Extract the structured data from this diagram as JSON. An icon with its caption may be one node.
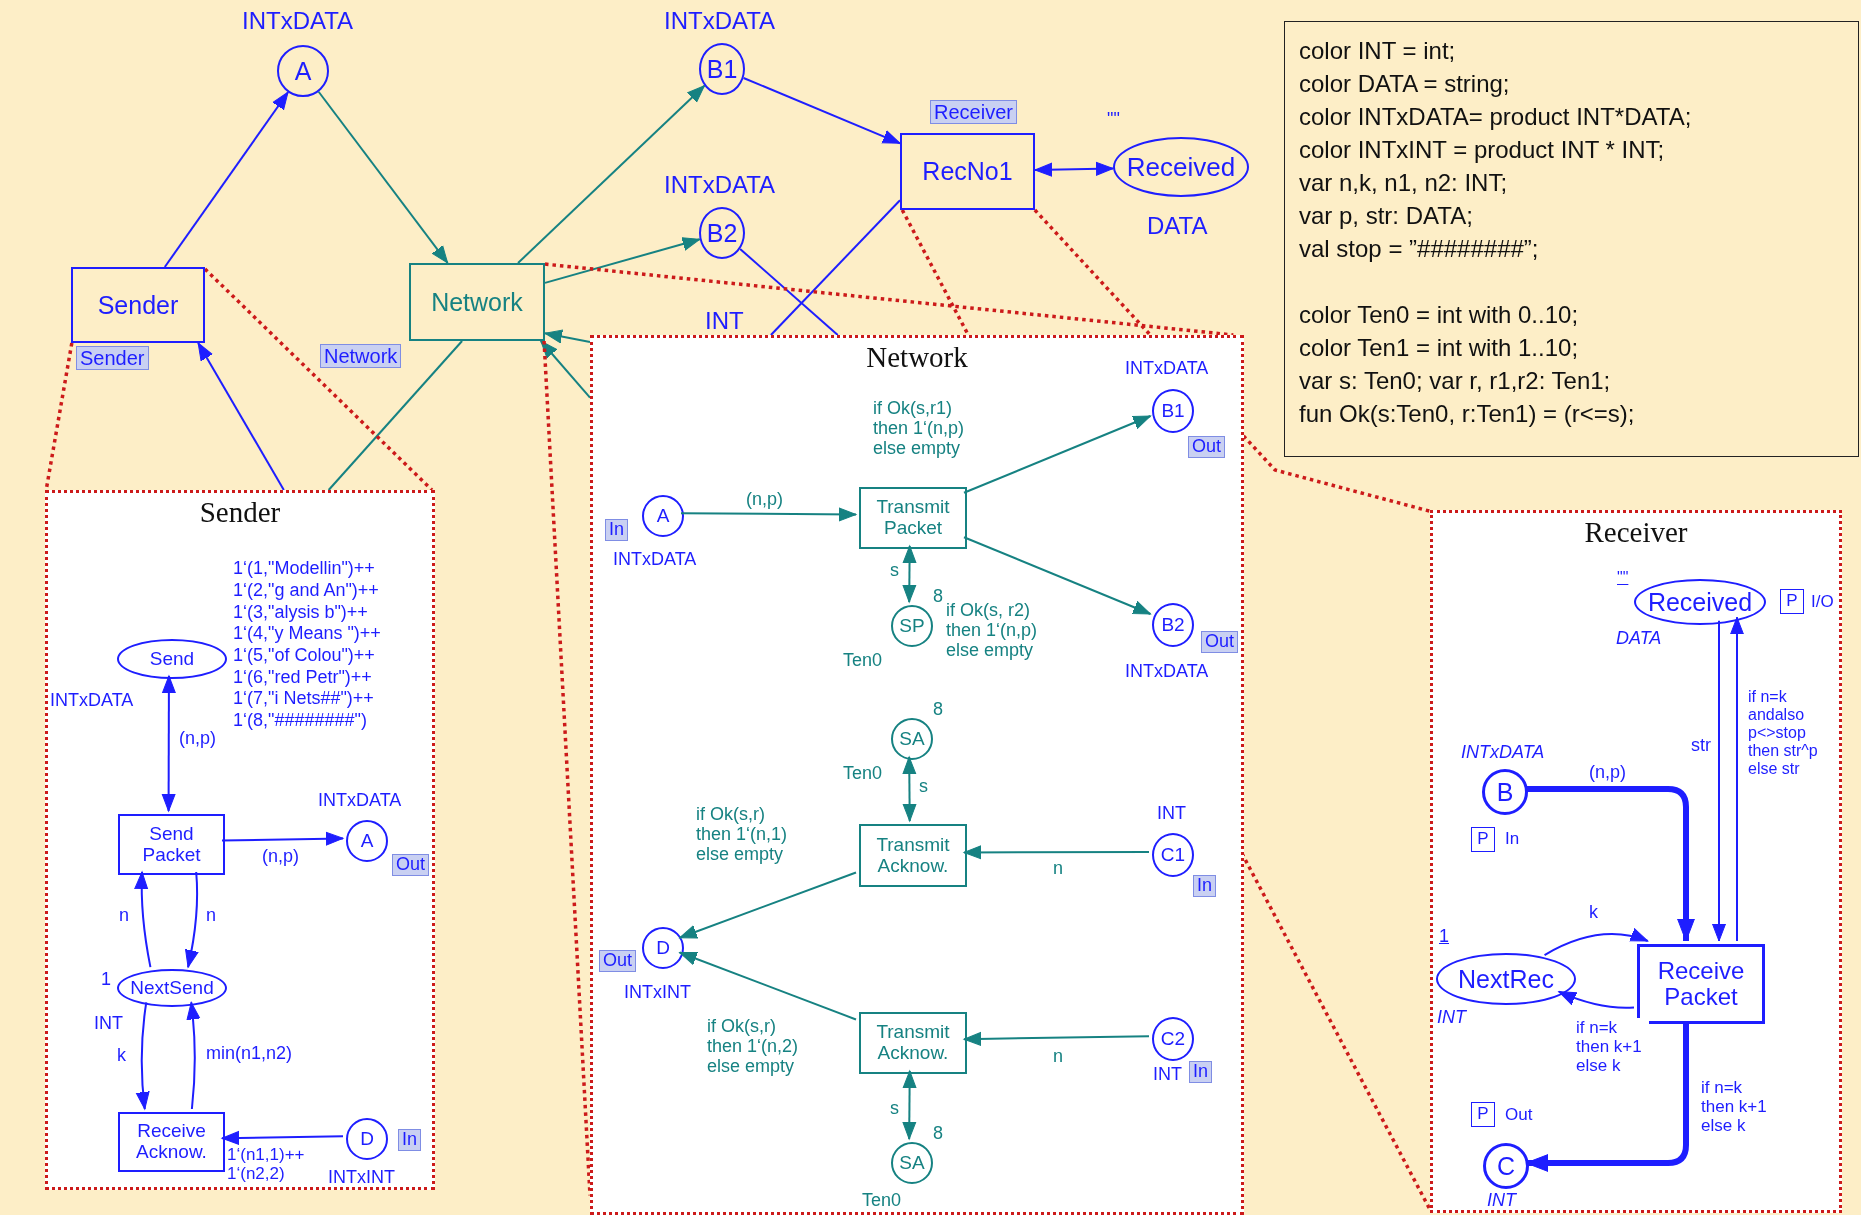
{
  "diagram": {
    "nodes": [
      {
        "text": [
          "Sender"
        ],
        "beside": [
          "Sender"
        ]
      },
      {
        "text": [
          "A"
        ],
        "beside": [
          "INTxDATA"
        ]
      },
      {
        "text": [
          "Network"
        ],
        "beside": [
          "Network"
        ]
      },
      {
        "text": [
          "B1"
        ],
        "beside": [
          "INTxDATA"
        ]
      },
      {
        "text": [
          "B2"
        ],
        "beside": [
          "INTxDATA"
        ]
      },
      {
        "text": [
          "RecNo1"
        ],
        "beside": [
          "Receiver"
        ]
      },
      {
        "text": [
          "Received"
        ],
        "beside": [
          "\"\"",
          "DATA"
        ]
      },
      {
        "text": [
          "color INT = int;",
          "color DATA = string;",
          "color INTxDATA= product INT*DATA;",
          "color INTxINT = product INT * INT;",
          "var n,k, n1, n2: INT;",
          "var p, str: DATA;",
          "val stop = ”########”;",
          "color Ten0 = int with 0..10;",
          "color Ten1 = int with 1..10;",
          "var s: Ten0; var r, r1,r2: Ten1;",
          "fun Ok(s:Ten0, r:Ten1) = (r<=s);"
        ]
      },
      {
        "text": [
          "Sender"
        ]
      },
      {
        "text": [
          "Send"
        ],
        "in": 8,
        "beside": [
          "INTxDATA",
          "1‘(1,\"Modellin\")++",
          "1‘(2,\"g and An\")++",
          "1‘(3,\"alysis b\")++",
          "1‘(4,\"y Means \")++",
          "1‘(5,\"of Colou\")++",
          "1‘(6,\"red Petr\")++",
          "1‘(7,\"i Nets##\")++",
          "1‘(8,\"########\")"
        ]
      },
      {
        "text": [
          "Send Packet"
        ],
        "in": 8
      },
      {
        "text": [
          "A"
        ],
        "in": 8,
        "beside": [
          "INTxDATA",
          "Out"
        ]
      },
      {
        "text": [
          "NextSend"
        ],
        "in": 8,
        "beside": [
          "1",
          "INT"
        ]
      },
      {
        "text": [
          "Receive Acknow."
        ],
        "in": 8
      },
      {
        "text": [
          "D"
        ],
        "in": 8,
        "beside": [
          "INTxINT",
          "In"
        ]
      },
      {
        "text": [
          "Network"
        ]
      },
      {
        "text": [
          "A"
        ],
        "in": 15,
        "beside": [
          "In",
          "INTxDATA"
        ]
      },
      {
        "text": [
          "Transmit Packet"
        ],
        "in": 15
      },
      {
        "text": [
          "B1"
        ],
        "in": 15,
        "beside": [
          "INTxDATA",
          "Out"
        ]
      },
      {
        "text": [
          "SP"
        ],
        "in": 15,
        "beside": [
          "8",
          "Ten0"
        ]
      },
      {
        "text": [
          "B2"
        ],
        "in": 15,
        "beside": [
          "Out",
          "INTxDATA"
        ]
      },
      {
        "text": [
          "SA"
        ],
        "in": 15,
        "beside": [
          "8",
          "Ten0"
        ]
      },
      {
        "text": [
          "Transmit Acknow."
        ],
        "in": 15
      },
      {
        "text": [
          "C1"
        ],
        "in": 15,
        "beside": [
          "INT",
          "In"
        ]
      },
      {
        "text": [
          "D"
        ],
        "in": 15,
        "beside": [
          "Out",
          "INTxINT"
        ]
      },
      {
        "text": [
          "Transmit Acknow."
        ],
        "in": 15
      },
      {
        "text": [
          "C2"
        ],
        "in": 15,
        "beside": [
          "INT",
          "In"
        ]
      },
      {
        "text": [
          "SA"
        ],
        "in": 15,
        "beside": [
          "8",
          "Ten0"
        ]
      },
      {
        "text": [
          "Receiver"
        ]
      },
      {
        "text": [
          "Received"
        ],
        "in": 28,
        "beside": [
          "\"\"",
          "DATA",
          "P",
          "I/O"
        ]
      },
      {
        "text": [
          "B"
        ],
        "in": 28,
        "beside": [
          "INTxDATA",
          "P",
          "In"
        ]
      },
      {
        "text": [
          "NextRec"
        ],
        "in": 28,
        "beside": [
          "1",
          "INT"
        ]
      },
      {
        "text": [
          "Receive Packet"
        ],
        "in": 28
      },
      {
        "text": [
          "C"
        ],
        "in": 28,
        "beside": [
          "P",
          "Out",
          "INT"
        ]
      }
    ],
    "edges": [
      {
        "from": 0,
        "to": 1,
        "arrow": "to"
      },
      {
        "from": 1,
        "to": 2,
        "arrow": "to",
        "color": "#168282"
      },
      {
        "from": 2,
        "to": 3,
        "arrow": "to",
        "color": "#168282"
      },
      {
        "from": 2,
        "to": 4,
        "arrow": "to",
        "color": "#168282"
      },
      {
        "from": 3,
        "to": 5,
        "arrow": "to"
      },
      {
        "from": 5,
        "to": 6,
        "arrow": "both"
      },
      {
        "from": 4,
        "to": 15,
        "arrow": "none"
      },
      {
        "from": 5,
        "to": 15,
        "arrow": "none"
      },
      {
        "from": 8,
        "to": 0,
        "arrow": "to"
      },
      {
        "from": 15,
        "to": 2,
        "arrow": "to",
        "color": "#168282"
      },
      {
        "from": 15,
        "to": 2,
        "arrow": "to",
        "color": "#168282"
      },
      {
        "from": 2,
        "to": 8,
        "arrow": "none",
        "color": "#168282"
      },
      {
        "from": 0,
        "to": 8,
        "arrow": "none",
        "style": "dashed",
        "color": "#cc1a1a"
      },
      {
        "from": 0,
        "to": 8,
        "arrow": "none",
        "style": "dashed",
        "color": "#cc1a1a"
      },
      {
        "from": 2,
        "to": 15,
        "arrow": "none",
        "style": "dashed",
        "color": "#cc1a1a"
      },
      {
        "from": 2,
        "to": 15,
        "arrow": "none",
        "style": "dashed",
        "color": "#cc1a1a"
      },
      {
        "from": 5,
        "to": 28,
        "arrow": "none",
        "style": "dashed",
        "color": "#cc1a1a"
      },
      {
        "from": 5,
        "to": 28,
        "arrow": "none",
        "style": "dashed",
        "color": "#cc1a1a"
      },
      {
        "from": 9,
        "to": 10,
        "arrow": "both",
        "label": "(n,p)"
      },
      {
        "from": 10,
        "to": 11,
        "arrow": "to",
        "label": "(n,p)"
      },
      {
        "from": 12,
        "to": 10,
        "arrow": "to",
        "label": "n"
      },
      {
        "from": 10,
        "to": 12,
        "arrow": "to",
        "label": "n"
      },
      {
        "from": 12,
        "to": 13,
        "arrow": "to",
        "label": "k"
      },
      {
        "from": 13,
        "to": 12,
        "arrow": "to",
        "label": "min(n1,n2)"
      },
      {
        "from": 14,
        "to": 13,
        "arrow": "to",
        "label": "1‘(n1,1)++ 1‘(n2,2)"
      },
      {
        "from": 16,
        "to": 17,
        "arrow": "to",
        "label": "(n,p)",
        "color": "#168282"
      },
      {
        "from": 17,
        "to": 18,
        "arrow": "to",
        "label": "if Ok(s,r1) then 1‘(n,p) else empty",
        "color": "#168282"
      },
      {
        "from": 17,
        "to": 20,
        "arrow": "to",
        "label": "if Ok(s, r2) then 1‘(n,p) else empty",
        "color": "#168282"
      },
      {
        "from": 17,
        "to": 19,
        "arrow": "both",
        "label": "s",
        "color": "#168282"
      },
      {
        "from": 21,
        "to": 22,
        "arrow": "both",
        "label": "s",
        "color": "#168282"
      },
      {
        "from": 23,
        "to": 22,
        "arrow": "to",
        "label": "n",
        "color": "#168282"
      },
      {
        "from": 22,
        "to": 24,
        "arrow": "to",
        "label": "if Ok(s,r) then 1‘(n,1) else empty",
        "color": "#168282"
      },
      {
        "from": 25,
        "to": 24,
        "arrow": "to",
        "label": "if Ok(s,r) then 1‘(n,2) else empty",
        "color": "#168282"
      },
      {
        "from": 26,
        "to": 25,
        "arrow": "to",
        "label": "n",
        "color": "#168282"
      },
      {
        "from": 25,
        "to": 27,
        "arrow": "both",
        "label": "s",
        "color": "#168282"
      },
      {
        "from": 30,
        "to": 32,
        "arrow": "to",
        "label": "(n,p)",
        "style": "thick"
      },
      {
        "from": 29,
        "to": 32,
        "arrow": "to",
        "label": "str"
      },
      {
        "from": 32,
        "to": 29,
        "arrow": "to",
        "label": "if n=k andalso p<>stop then str^p else str"
      },
      {
        "from": 31,
        "to": 32,
        "arrow": "to",
        "label": "k"
      },
      {
        "from": 32,
        "to": 31,
        "arrow": "to",
        "label": "if n=k then k+1 else k"
      },
      {
        "from": 32,
        "to": 33,
        "arrow": "to",
        "label": "if n=k then k+1 else k",
        "style": "thick"
      }
    ],
    "labels": [
      "INT"
    ]
  }
}
